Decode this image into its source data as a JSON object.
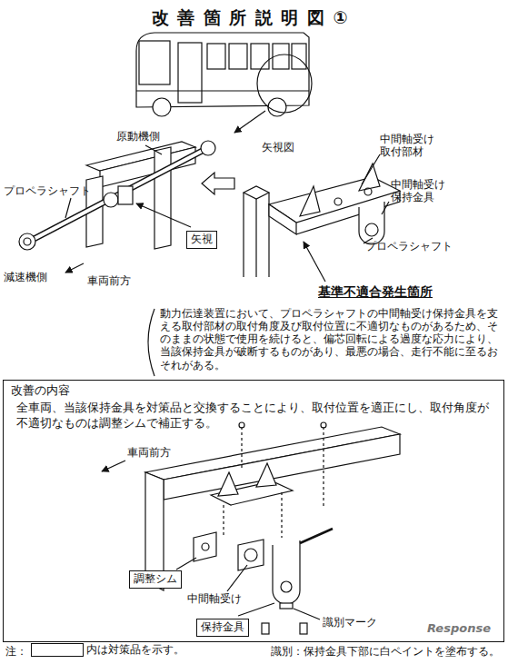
{
  "diagram": {
    "title": "改善箇所説明図①",
    "nodes": [
      {
        "text": [
          "矢視"
        ]
      },
      {
        "text": [
          "改善の内容",
          "全車両、当該保持金具を対策品と交換することにより、取付位置を適正にし、取付角度が不適切なものは調整シムで補正する。"
        ]
      },
      {
        "text": [
          "調整シム"
        ],
        "in": 1
      },
      {
        "text": [
          "保持金具"
        ],
        "in": 1
      }
    ],
    "labels": [
      "原動機側",
      "プロペラシャフト",
      "減速機側",
      "車両前方",
      "矢視図",
      "中間軸受け 取付部材",
      "中間軸受け 保持金具",
      "プロペラシャフト",
      "基準不適合発生箇所",
      "動力伝達装置において、プロペラシャフトの中間軸受け保持金具を支える取付部材の取付角度及び取付位置に不適切なものがあるため、そのままの状態で使用を続けると、偏芯回転による過度な応力により、当該保持金具が破断するものがあり、最悪の場合、走行不能に至るおそれがある。",
      "車両前方",
      "中間軸受け",
      "識別マーク",
      "注：",
      "識別：保持金具下部に白ペイントを塗布する。",
      "Response"
    ],
    "legend": [
      {
        "text": "内は対策品を示す。"
      }
    ]
  }
}
